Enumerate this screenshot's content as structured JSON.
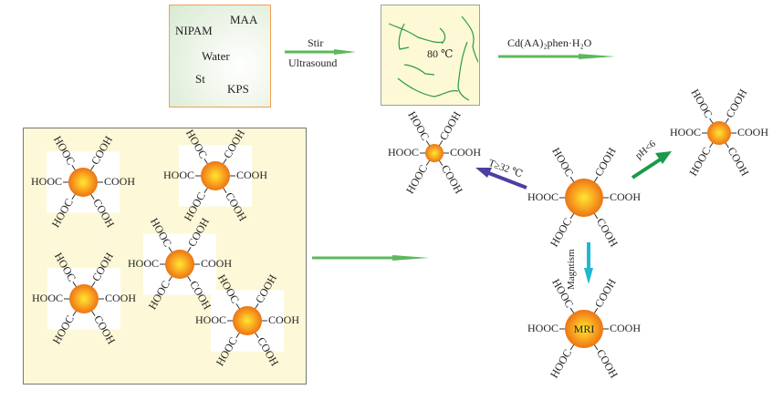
{
  "reactants_box": {
    "items": [
      "NIPAM",
      "MAA",
      "Water",
      "St",
      "KPS"
    ]
  },
  "step1_arrow": {
    "label_top": "Stir",
    "label_bottom": "Ultrasound"
  },
  "polymer_box": {
    "temperature": "80 ℃"
  },
  "step2_arrow": {
    "label": "Cd(AA)₂phen·H₂O"
  },
  "colors": {
    "green_arrow": "#5cb85c",
    "purple_arrow": "#4b3fa0",
    "teal_arrow": "#1fb8d0",
    "dark_green_arrow": "#1a9a4a",
    "particle_outer": "#f07a10",
    "particle_inner": "#ffe020"
  },
  "functional_groups": {
    "left": "HOOC",
    "right": "COOH",
    "up_left": "HOOC",
    "up_right": "COOH",
    "down_left": "HOOC",
    "down_right": "COOH"
  },
  "central_particle": {
    "shrink_condition": "T≥32 ℃",
    "acid_condition": "pH<6",
    "magnetic_condition": "Magntism"
  },
  "mri_particle": {
    "label": "MRI"
  }
}
